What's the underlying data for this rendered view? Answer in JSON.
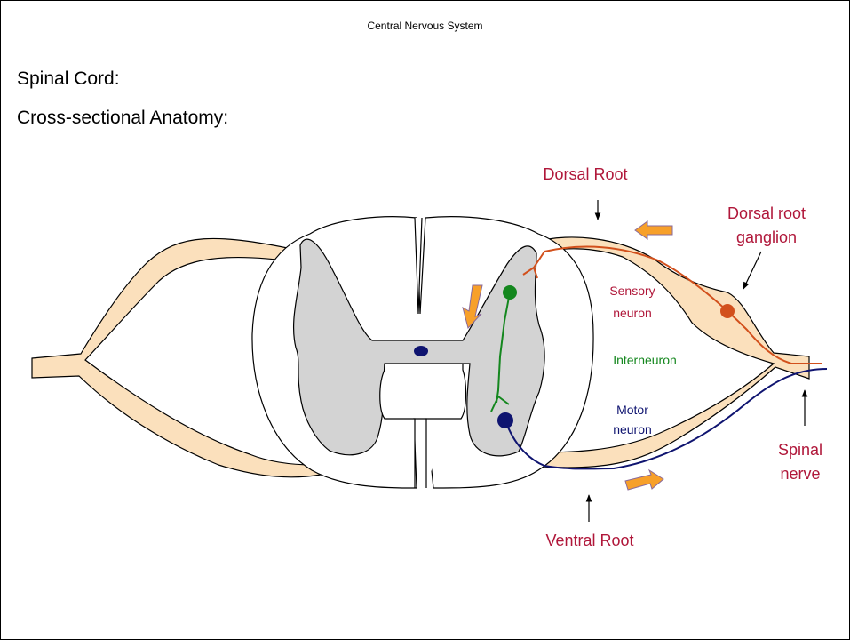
{
  "header": {
    "text": "Central Nervous System"
  },
  "content": {
    "line1": "Spinal Cord:",
    "line2": "Cross-sectional Anatomy:"
  },
  "labels": {
    "dorsal_root": "Dorsal Root",
    "dorsal_root_ganglion_line1": "Dorsal root",
    "dorsal_root_ganglion_line2": "ganglion",
    "sensory_neuron_line1": "Sensory",
    "sensory_neuron_line2": "neuron",
    "interneuron": "Interneuron",
    "motor_neuron_line1": "Motor",
    "motor_neuron_line2": "neuron",
    "spinal_nerve_line1": "Spinal",
    "spinal_nerve_line2": "nerve",
    "ventral_root": "Ventral Root"
  },
  "colors": {
    "root_fill": "#fbe0bc",
    "gray_matter": "#d3d3d3",
    "label_red": "#b0173a",
    "sensory": "#d2501c",
    "interneuron": "#14871e",
    "motor": "#0f1470",
    "arrow_fill": "#f7a02a",
    "arrow_edge": "#8a6a9a"
  }
}
